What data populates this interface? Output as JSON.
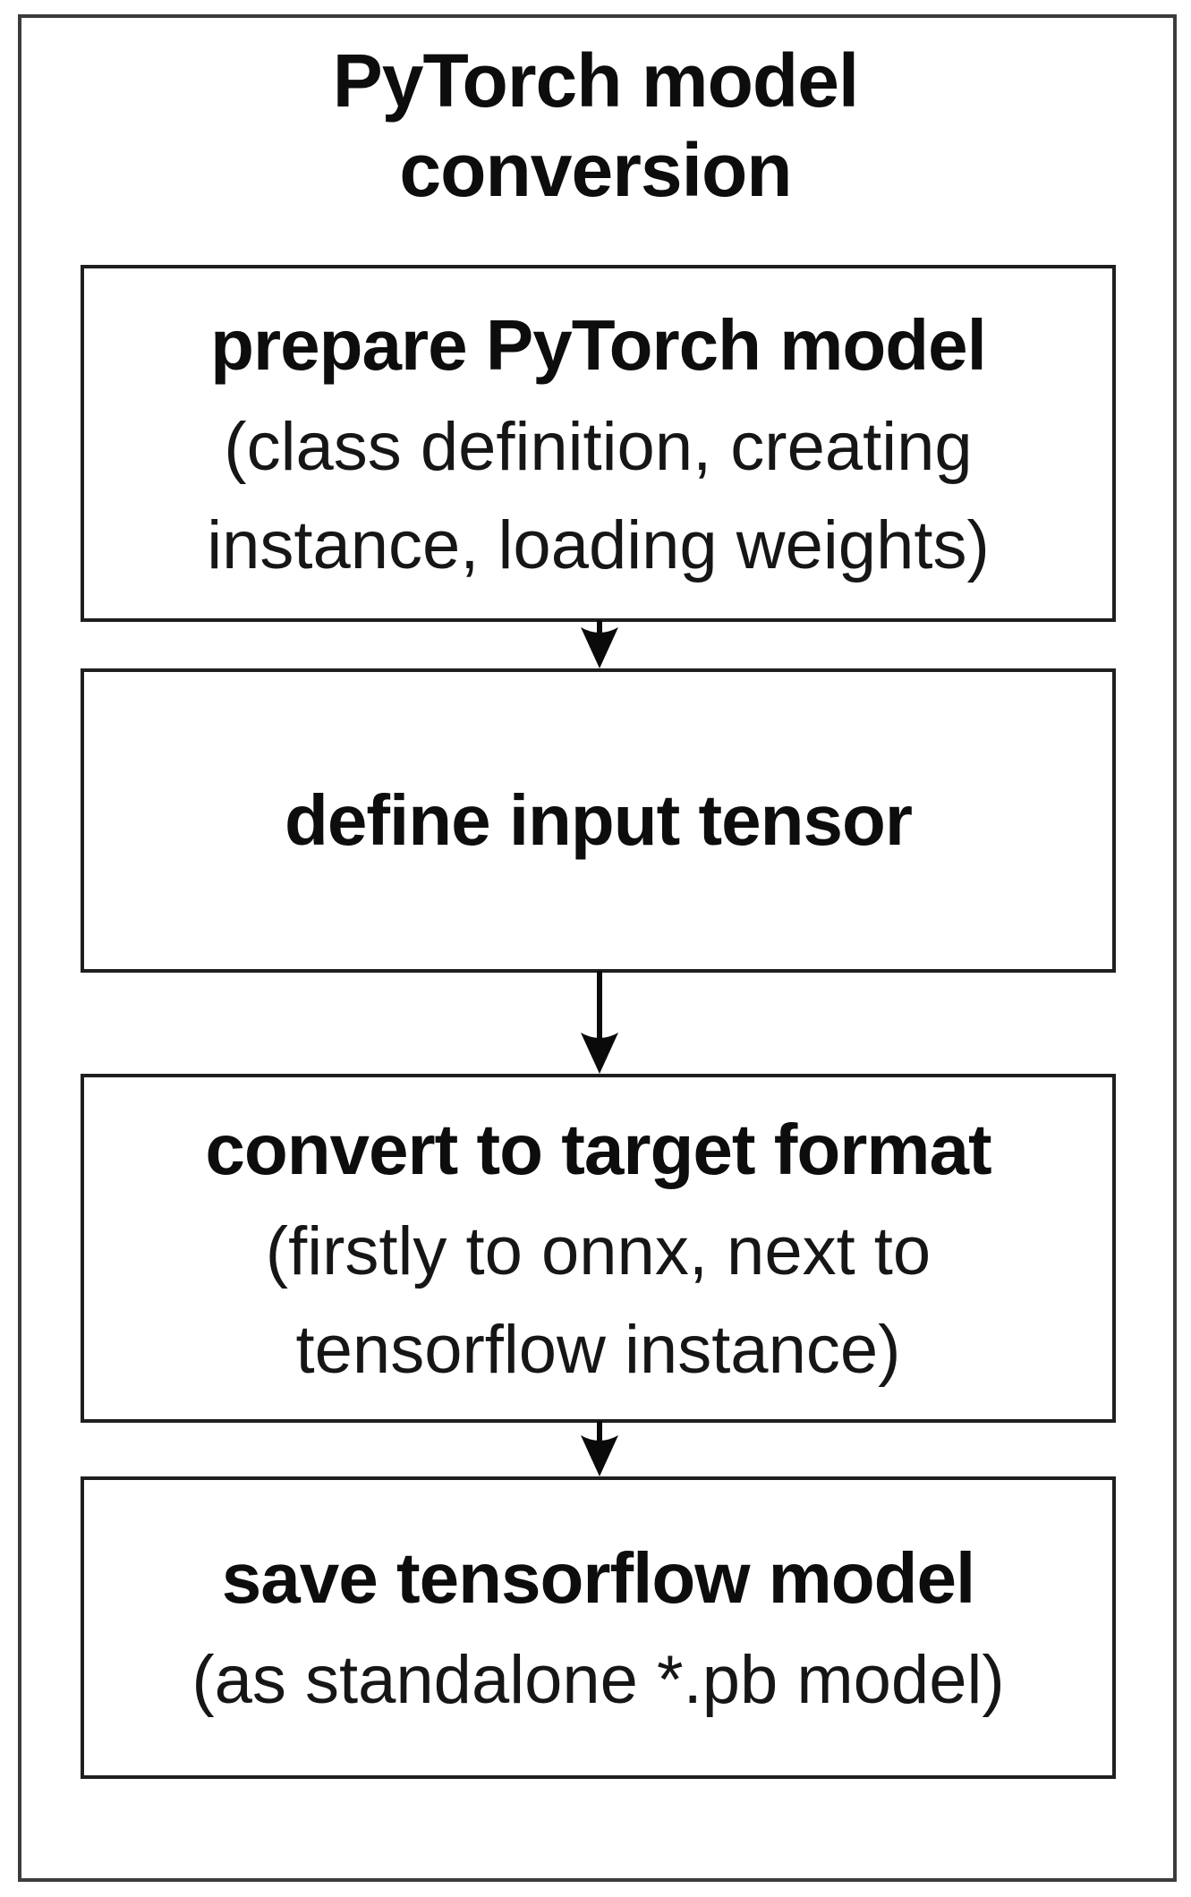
{
  "diagram": {
    "title": {
      "text": "PyTorch model\nconversion"
    },
    "nodes": [
      {
        "id": "prepare-pytorch-model",
        "title": "prepare PyTorch model",
        "subtitle": "(class definition, creating\ninstance, loading weights)"
      },
      {
        "id": "define-input-tensor",
        "title": "define input tensor",
        "subtitle": ""
      },
      {
        "id": "convert-to-target-format",
        "title": "convert to target format",
        "subtitle": "(firstly to onnx, next to\ntensorflow instance)"
      },
      {
        "id": "save-tensorflow-model",
        "title": "save tensorflow model",
        "subtitle": "(as standalone *.pb model)"
      }
    ],
    "edges": [
      {
        "from": "prepare-pytorch-model",
        "to": "define-input-tensor",
        "direction": "down"
      },
      {
        "from": "define-input-tensor",
        "to": "convert-to-target-format",
        "direction": "down"
      },
      {
        "from": "convert-to-target-format",
        "to": "save-tensorflow-model",
        "direction": "down"
      }
    ],
    "colors": {
      "background": "#ffffff",
      "outer_border": "#3c3c3c",
      "node_border": "#1f1f1f",
      "text": "#0d0d0d",
      "arrow": "#0a0a0a"
    }
  }
}
